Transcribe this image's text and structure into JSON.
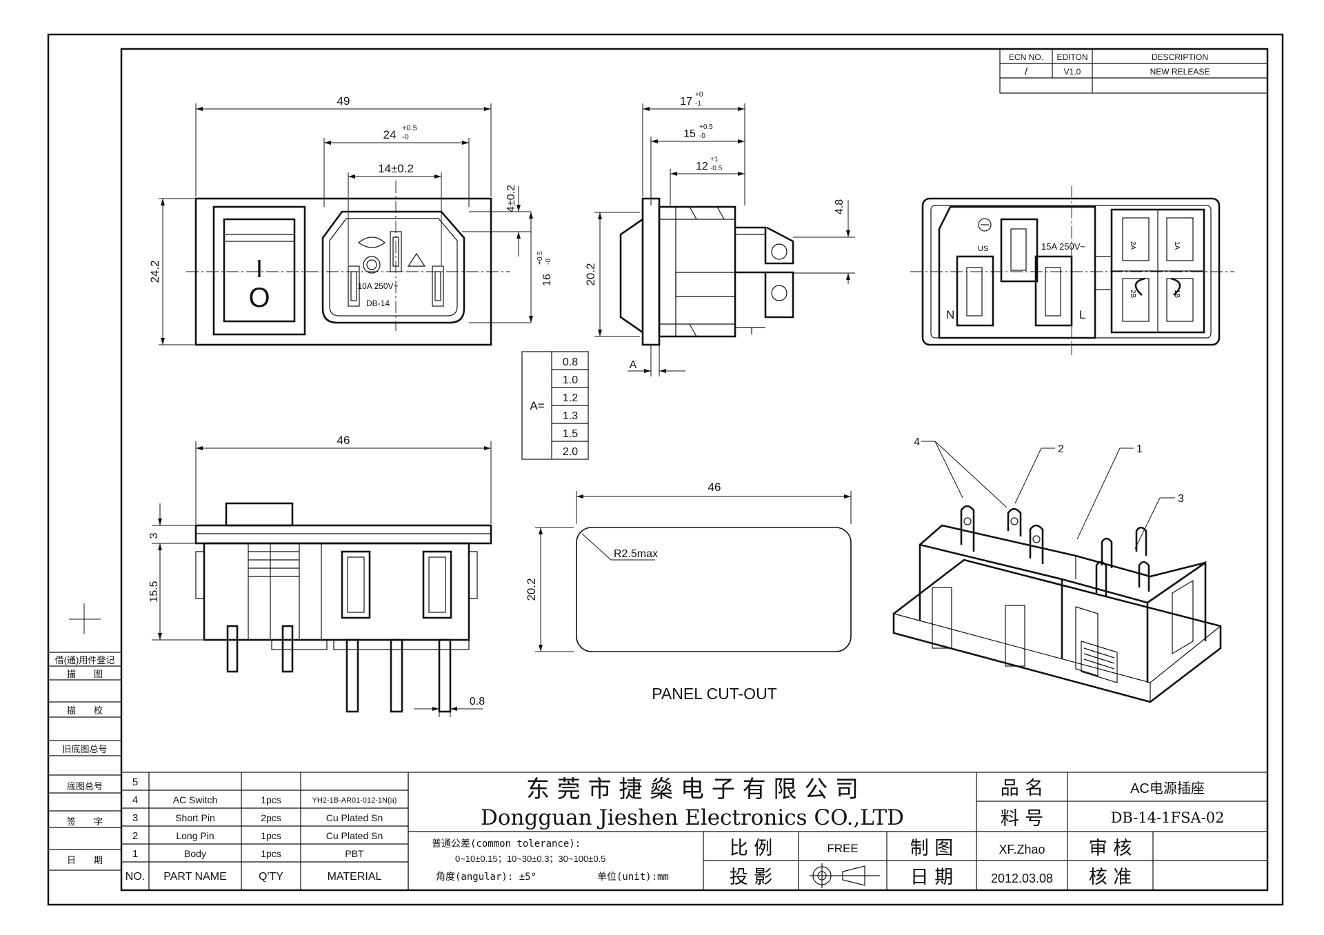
{
  "revision_block": {
    "headers": [
      "ECN NO.",
      "EDITON",
      "DESCRIPTION"
    ],
    "row": {
      "ecn": "/",
      "edition": "V1.0",
      "description": "NEW RELEASE"
    }
  },
  "front_view": {
    "dim_49": "49",
    "dim_24": "24",
    "dim_24_tol_up": "+0.5",
    "dim_24_tol_down": "-0",
    "dim_14": "14±0.2",
    "dim_4": "4±0.2",
    "dim_16": "16",
    "dim_16_tol_up": "+0.5",
    "dim_16_tol_down": "-0",
    "dim_24_2": "24.2",
    "switch_on": "I",
    "switch_off": "O",
    "socket_rating": "10A 250V~",
    "socket_model": "DB-14"
  },
  "side_view": {
    "dim_17": "17",
    "dim_17_tol_up": "+0",
    "dim_17_tol_down": "-1",
    "dim_15": "15",
    "dim_15_tol_up": "+0.5",
    "dim_15_tol_down": "-0",
    "dim_12": "12",
    "dim_12_tol_up": "+1",
    "dim_12_tol_down": "-0.5",
    "dim_4_8": "4.8",
    "dim_20_2": "20.2",
    "dim_a": "A"
  },
  "a_table": {
    "label": "A=",
    "values": [
      "0.8",
      "1.0",
      "1.2",
      "1.3",
      "1.5",
      "2.0"
    ]
  },
  "rear_view": {
    "rating": "15A 250V~",
    "n": "N",
    "l": "L",
    "ul": "US",
    "t1a": "1A",
    "t2a": "2A",
    "t1b": "1B",
    "t2b": "2B"
  },
  "bottom_view": {
    "dim_46": "46",
    "dim_3": "3",
    "dim_15_5": "15.5",
    "dim_0_8": "0.8"
  },
  "panel_cutout": {
    "dim_46": "46",
    "dim_20_2": "20.2",
    "radius": "R2.5max",
    "title": "PANEL CUT-OUT"
  },
  "iso_view": {
    "callouts": [
      "1",
      "2",
      "3",
      "4"
    ]
  },
  "left_strip": {
    "rows": [
      "借(通)用件登记",
      "描　　图",
      "描　　校",
      "旧底图总号",
      "底图总号",
      "签　　字",
      "日　　期"
    ]
  },
  "bom": {
    "headers": [
      "NO.",
      "PART NAME",
      "Q'TY",
      "MATERIAL"
    ],
    "rows": [
      {
        "no": "5",
        "name": "",
        "qty": "",
        "material": ""
      },
      {
        "no": "4",
        "name": "AC Switch",
        "qty": "1pcs",
        "material": "YH2-1B-AR01-012-1N(a)"
      },
      {
        "no": "3",
        "name": "Short Pin",
        "qty": "2pcs",
        "material": "Cu Plated Sn"
      },
      {
        "no": "2",
        "name": "Long Pin",
        "qty": "1pcs",
        "material": "Cu Plated Sn"
      },
      {
        "no": "1",
        "name": "Body",
        "qty": "1pcs",
        "material": "PBT"
      }
    ]
  },
  "title_block": {
    "company_cn": "东 莞 市 捷 燊 电 子 有 限 公 司",
    "company_en": "Dongguan Jieshen Electronics CO.,LTD",
    "tolerance_line1": "普通公差(common tolerance):",
    "tolerance_line2": "0~10±0.15；10~30±0.3；30~100±0.5",
    "angular": "角度(angular):  ±5°",
    "unit": "单位(unit):mm",
    "scale_label": "比 例",
    "scale_value": "FREE",
    "projection_label": "投 影",
    "drawn_label": "制 图",
    "drawn_by": "XF.Zhao",
    "date_label": "日 期",
    "date": "2012.03.08",
    "review_label": "审 核",
    "approve_label": "核 准",
    "product_name_label": "品 名",
    "product_name": "AC电源插座",
    "part_no_label": "料 号",
    "part_no": "DB-14-1FSA-02"
  }
}
